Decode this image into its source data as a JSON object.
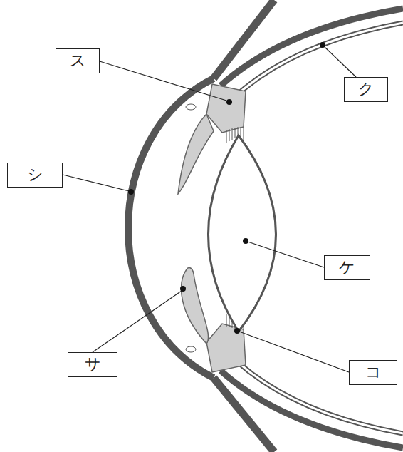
{
  "diagram": {
    "nodes": [
      {
        "text": [
          "ス"
        ]
      },
      {
        "text": [
          "ク"
        ]
      },
      {
        "text": [
          "シ"
        ]
      },
      {
        "text": [
          "ケ"
        ]
      },
      {
        "text": [
          "サ"
        ]
      },
      {
        "text": [
          "コ"
        ]
      }
    ]
  }
}
